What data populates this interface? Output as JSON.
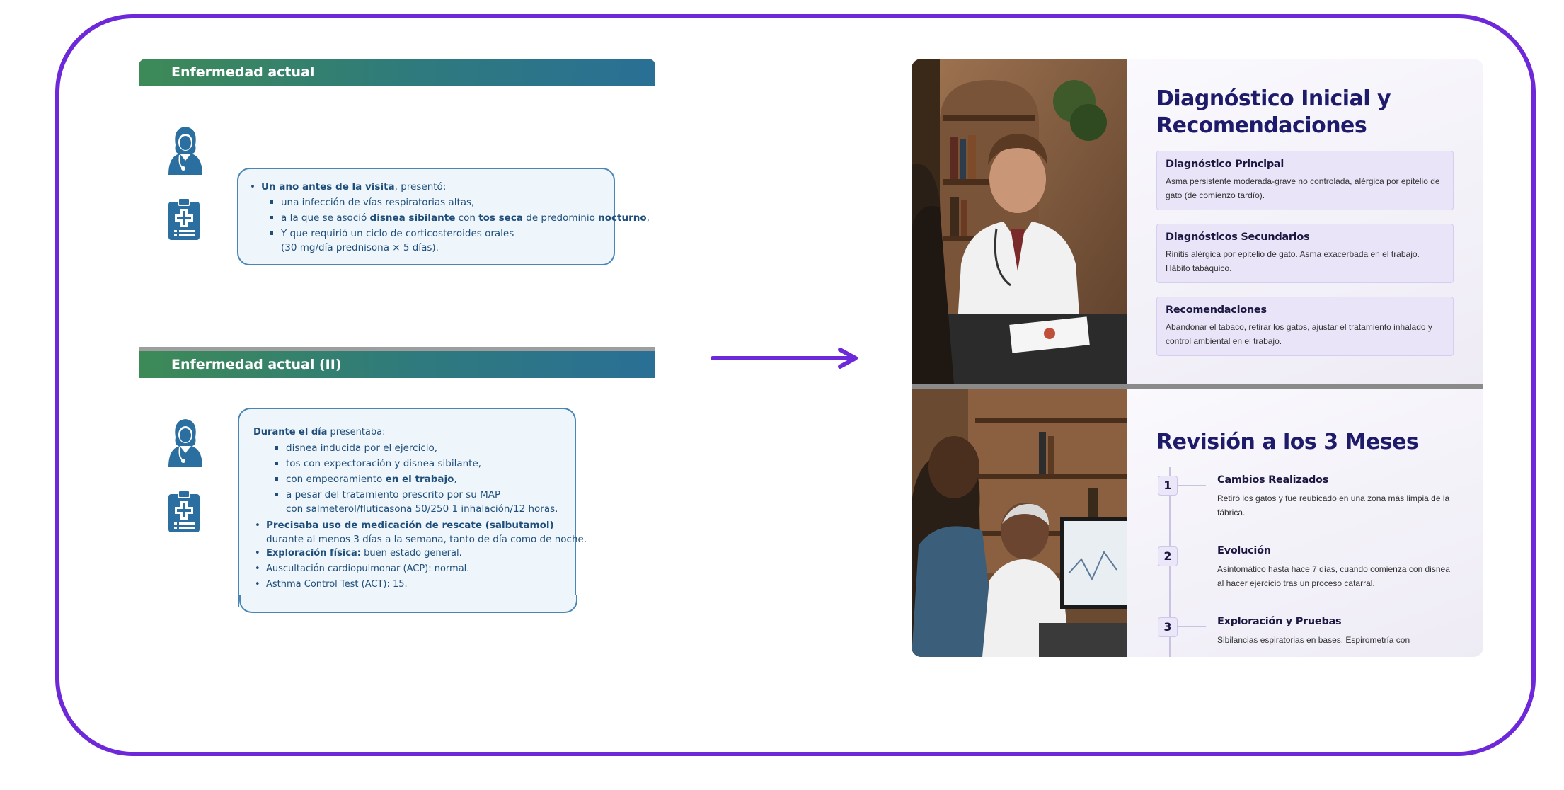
{
  "left": {
    "slide1": {
      "header": "Enfermedad actual",
      "line1_bold": "Un año antes de la visita",
      "line1_rest": ", presentó:",
      "sub1": "una infección de vías respiratorias altas,",
      "sub2_pre": "a la que se asoció ",
      "sub2_b1": "disnea sibilante",
      "sub2_mid": " con ",
      "sub2_b2": "tos seca",
      "sub2_mid2": " de predominio ",
      "sub2_b3": "nocturno",
      "sub2_end": ",",
      "sub3": "Y que requirió un ciclo de corticosteroides orales",
      "sub3b": "(30 mg/día prednisona × 5 días)."
    },
    "slide2": {
      "header": "Enfermedad actual (II)",
      "intro_bold": "Durante el día",
      "intro_rest": " presentaba:",
      "s1": "disnea inducida por el ejercicio,",
      "s2": "tos con expectoración y disnea sibilante,",
      "s3_pre": "con empeoramiento ",
      "s3_bold": "en el trabajo",
      "s3_end": ",",
      "s4": "a pesar del tratamiento prescrito por su MAP",
      "s4b": "con salmeterol/fluticasona 50/250 1 inhalación/12 horas.",
      "b1_bold": "Precisaba uso de medicación de rescate (salbutamol)",
      "b1b": "durante al menos 3 días a la semana, tanto de día como de noche.",
      "b2_bold": "Exploración física:",
      "b2_rest": " buen estado general.",
      "b3": "Auscultación cardiopulmonar (ACP): normal.",
      "b4": "Asthma Control Test (ACT): 15."
    }
  },
  "right": {
    "panel1": {
      "title_line1": "Diagnóstico Inicial y",
      "title_line2": "Recomendaciones",
      "cards": [
        {
          "title": "Diagnóstico Principal",
          "text": "Asma persistente moderada-grave no controlada, alérgica por epitelio de gato (de comienzo tardío)."
        },
        {
          "title": "Diagnósticos Secundarios",
          "text": "Rinitis alérgica por epitelio de gato. Asma exacerbada en el trabajo. Hábito tabáquico."
        },
        {
          "title": "Recomendaciones",
          "text": "Abandonar el tabaco, retirar los gatos, ajustar el tratamiento inhalado y control ambiental en el trabajo."
        }
      ]
    },
    "panel2": {
      "title": "Revisión a los 3 Meses",
      "steps": [
        {
          "num": "1",
          "title": "Cambios Realizados",
          "text": "Retiró los gatos y fue reubicado en una zona más limpia de la fábrica."
        },
        {
          "num": "2",
          "title": "Evolución",
          "text": "Asintomático hasta hace 7 días, cuando comienza con disnea al hacer ejercicio tras un proceso catarral."
        },
        {
          "num": "3",
          "title": "Exploración y Pruebas",
          "text": "Sibilancias espiratorias en bases. Espirometría con"
        }
      ]
    }
  },
  "colors": {
    "frame": "#6d28d9",
    "arrow": "#6d28d9",
    "title": "#1e1b6b",
    "card_bg": "#e9e4f7",
    "slide_text": "#1f4e7a"
  }
}
